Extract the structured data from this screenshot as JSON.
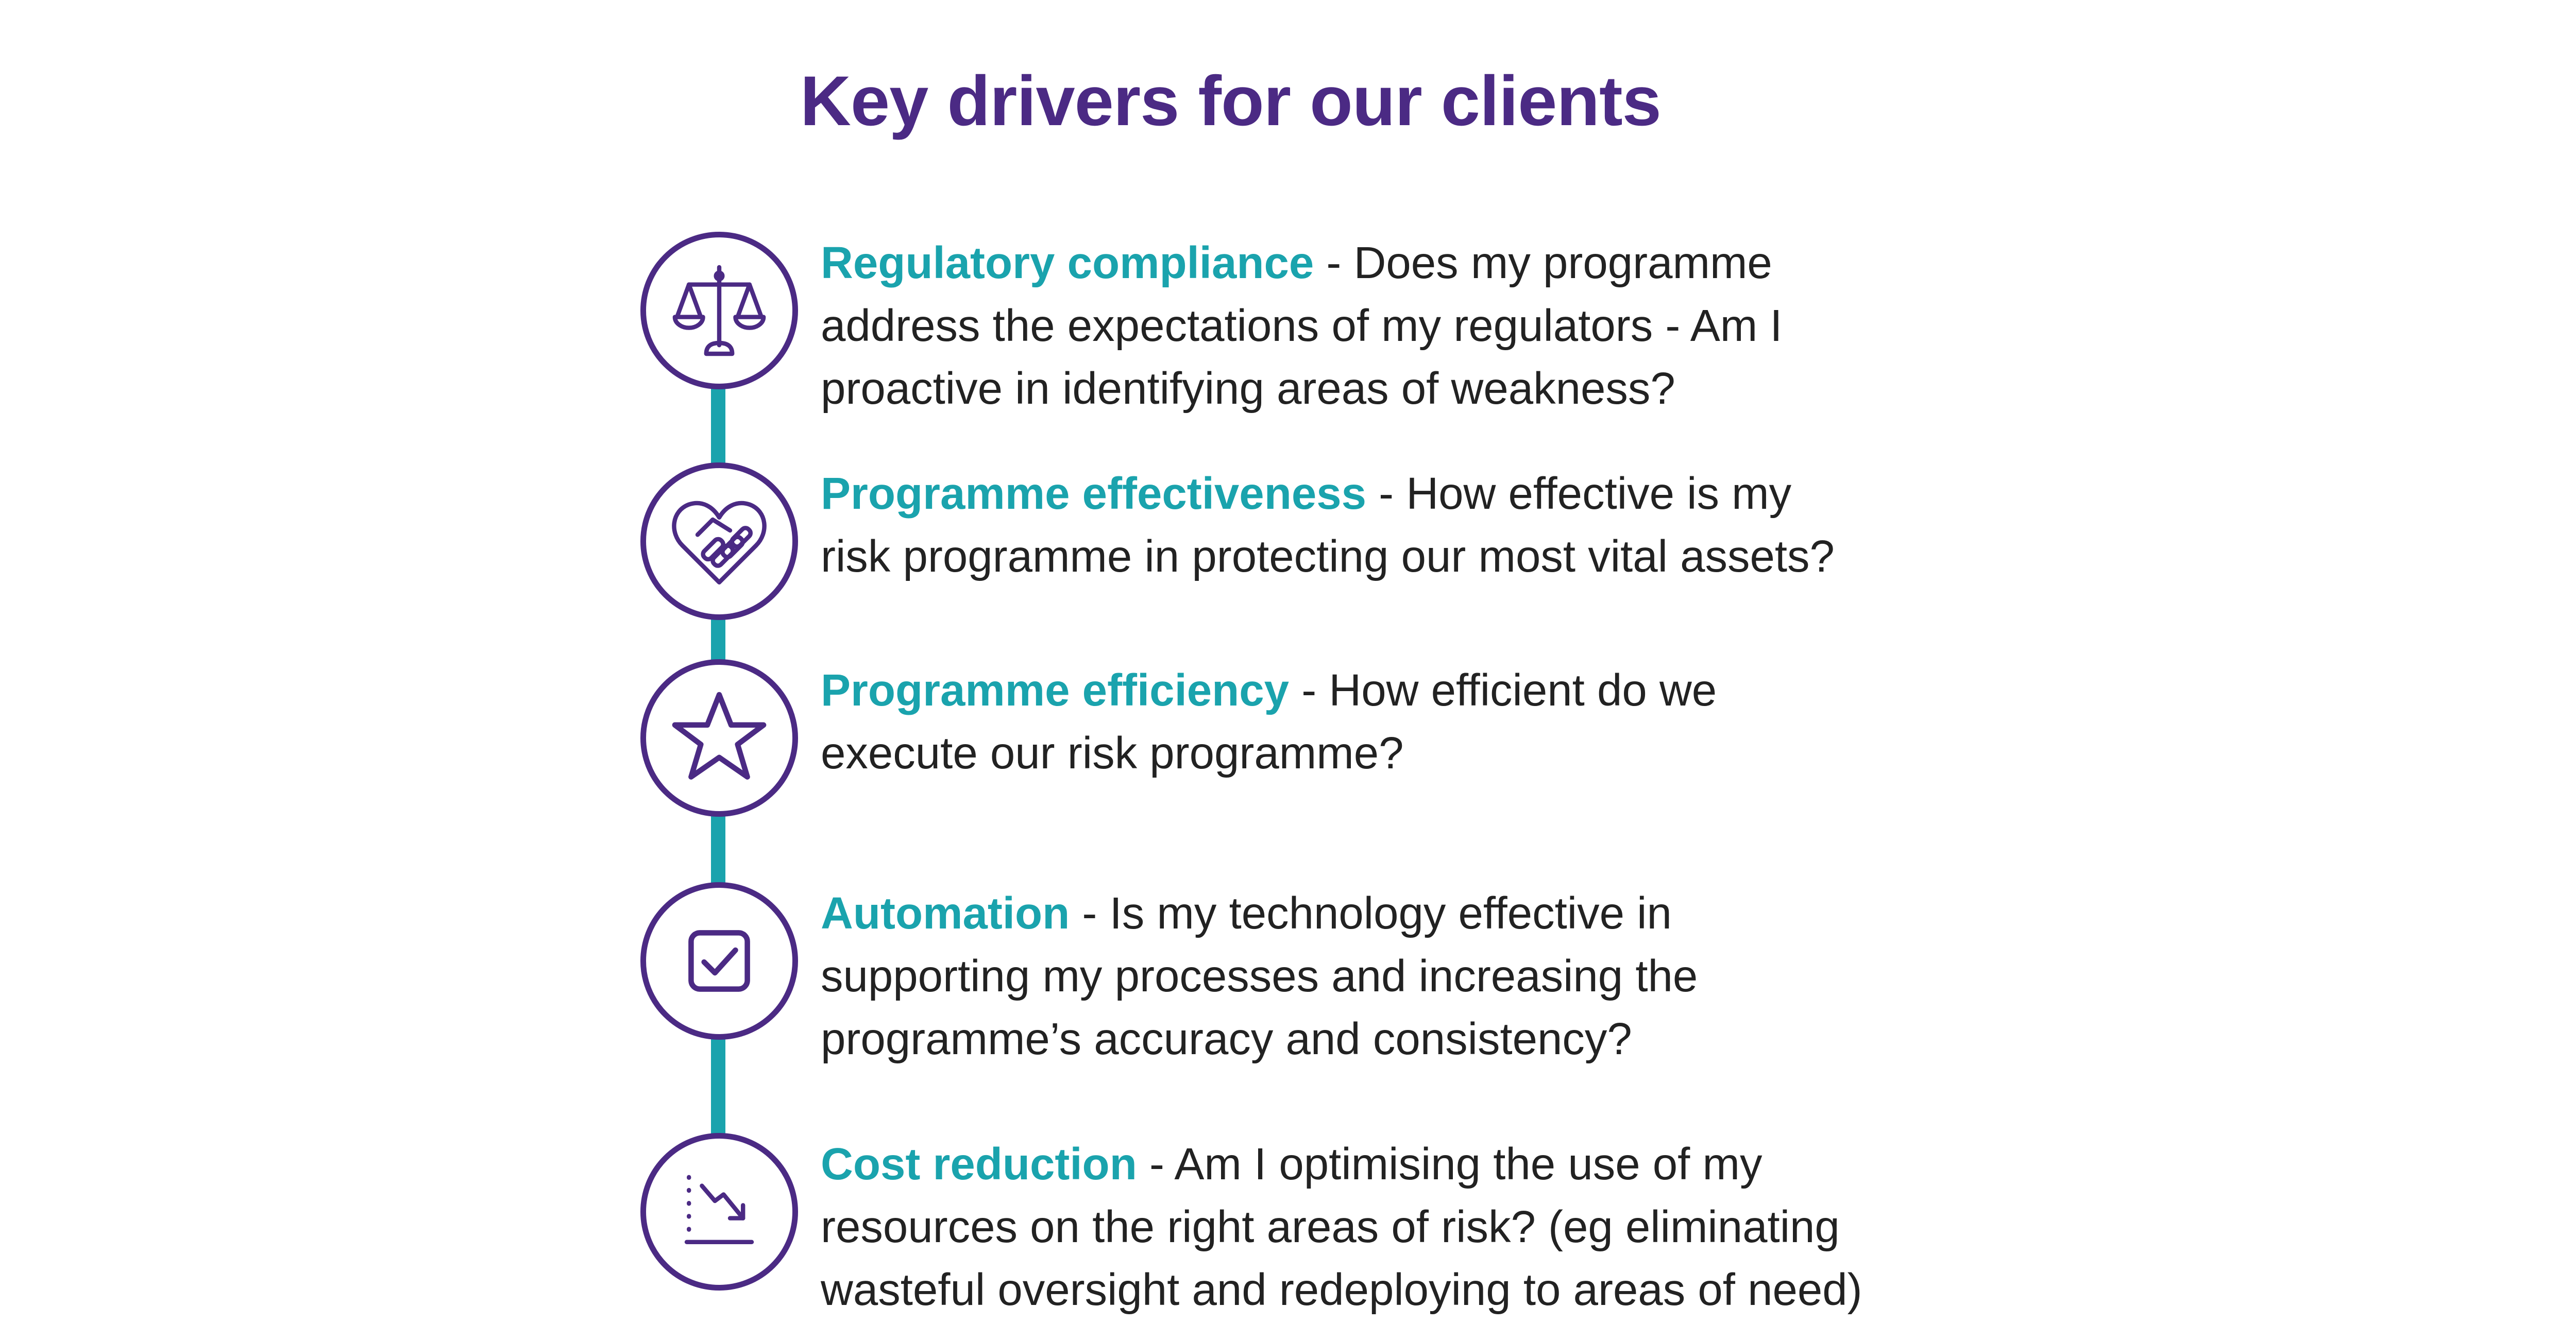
{
  "title": "Key drivers for our clients",
  "colors": {
    "title": "#4b2a84",
    "accent": "#1aa3ad",
    "icon": "#4b2a84",
    "text": "#222222"
  },
  "items": [
    {
      "icon": "scales-icon",
      "title": "Regulatory compliance",
      "lines": [
        " - Does my programme",
        "address the expectations of my regulators - Am I",
        "proactive in identifying areas of weakness?"
      ]
    },
    {
      "icon": "heart-handshake-icon",
      "title": "Programme effectiveness",
      "lines": [
        " - How effective is my",
        "risk programme in protecting our most vital assets?"
      ]
    },
    {
      "icon": "star-icon",
      "title": "Programme efficiency",
      "lines": [
        " - How efficient do we",
        "execute our risk programme?"
      ]
    },
    {
      "icon": "checkbox-icon",
      "title": "Automation",
      "lines": [
        " - Is my technology effective in",
        "supporting my processes and increasing the",
        "programme’s accuracy and consistency?"
      ]
    },
    {
      "icon": "downtrend-chart-icon",
      "title": "Cost reduction",
      "lines": [
        " - Am I optimising the use of my",
        "resources on the right areas of risk? (eg eliminating",
        "wasteful oversight and redeploying to areas of need)"
      ]
    }
  ]
}
